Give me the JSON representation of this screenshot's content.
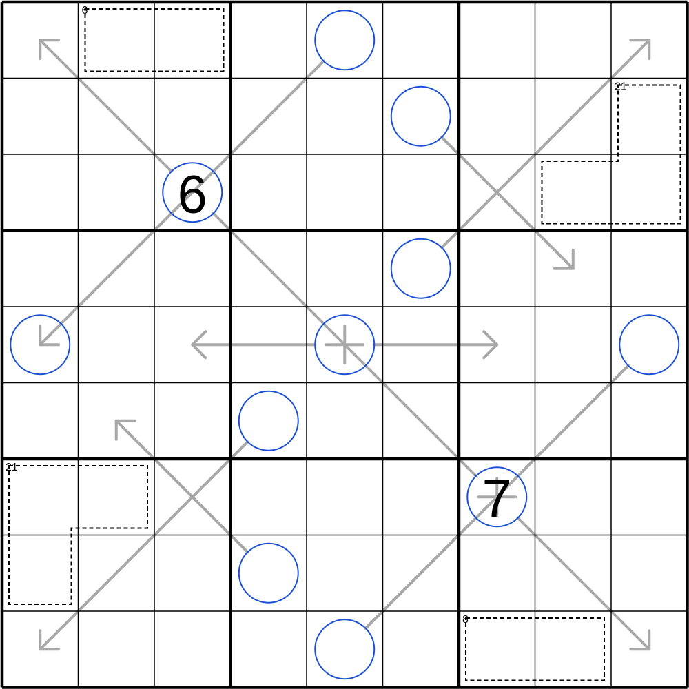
{
  "puzzle": {
    "type": "sudoku",
    "size": 9,
    "givens": [
      {
        "row": 3,
        "col": 3,
        "value": "6"
      },
      {
        "row": 7,
        "col": 7,
        "value": "7"
      }
    ],
    "cages": [
      {
        "sum": "6",
        "cells": [
          [
            1,
            2
          ],
          [
            1,
            3
          ]
        ]
      },
      {
        "sum": "21",
        "cells": [
          [
            2,
            9
          ],
          [
            3,
            8
          ],
          [
            3,
            9
          ]
        ]
      },
      {
        "sum": "21",
        "cells": [
          [
            7,
            1
          ],
          [
            7,
            2
          ],
          [
            8,
            1
          ]
        ]
      },
      {
        "sum": "8",
        "cells": [
          [
            9,
            7
          ],
          [
            9,
            8
          ]
        ]
      }
    ],
    "circles": [
      [
        1,
        5
      ],
      [
        2,
        6
      ],
      [
        3,
        3
      ],
      [
        4,
        6
      ],
      [
        5,
        1
      ],
      [
        5,
        5
      ],
      [
        5,
        9
      ],
      [
        6,
        4
      ],
      [
        7,
        7
      ],
      [
        8,
        4
      ],
      [
        9,
        5
      ]
    ],
    "arrows": [
      {
        "circle": [
          3,
          3
        ],
        "path": [
          [
            3,
            3
          ],
          [
            1,
            1
          ]
        ]
      },
      {
        "circle": [
          3,
          3
        ],
        "path": [
          [
            3,
            3
          ],
          [
            5,
            5
          ]
        ]
      },
      {
        "circle": [
          1,
          5
        ],
        "path": [
          [
            1,
            5
          ],
          [
            5,
            1
          ]
        ]
      },
      {
        "circle": [
          4,
          6
        ],
        "path": [
          [
            4,
            6
          ],
          [
            1,
            9
          ]
        ]
      },
      {
        "circle": [
          2,
          6
        ],
        "path": [
          [
            2,
            6
          ],
          [
            4,
            8
          ]
        ]
      },
      {
        "circle": [
          5,
          5
        ],
        "path": [
          [
            5,
            5
          ],
          [
            5,
            3
          ]
        ]
      },
      {
        "circle": [
          5,
          5
        ],
        "path": [
          [
            5,
            5
          ],
          [
            5,
            7
          ]
        ]
      },
      {
        "circle": [
          7,
          7
        ],
        "path": [
          [
            7,
            7
          ],
          [
            5,
            5
          ]
        ]
      },
      {
        "circle": [
          7,
          7
        ],
        "path": [
          [
            7,
            7
          ],
          [
            9,
            9
          ]
        ]
      },
      {
        "circle": [
          5,
          9
        ],
        "path": [
          [
            5,
            9
          ],
          [
            7,
            7
          ]
        ]
      },
      {
        "circle": [
          8,
          4
        ],
        "path": [
          [
            8,
            4
          ],
          [
            6,
            2
          ]
        ]
      },
      {
        "circle": [
          6,
          4
        ],
        "path": [
          [
            6,
            4
          ],
          [
            9,
            1
          ]
        ]
      },
      {
        "circle": [
          9,
          5
        ],
        "path": [
          [
            9,
            5
          ],
          [
            7,
            7
          ]
        ]
      }
    ]
  },
  "colors": {
    "grid": "#000000",
    "circle": "#1a4fd6",
    "arrow": "#a8a8a8",
    "cage": "#000000"
  }
}
